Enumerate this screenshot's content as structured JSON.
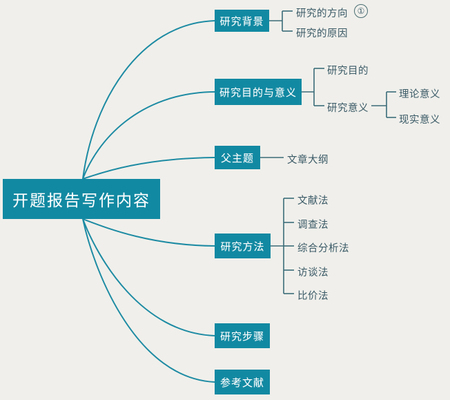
{
  "document": {
    "type": "mind-map",
    "background_color": "#f0efeb",
    "node_fill_color": "#1289a2",
    "node_text_color": "#ffffff",
    "leaf_text_color": "#3a5a66",
    "connector_color": "#1d8ba3",
    "bracket_color": "#3a6b78"
  },
  "root": {
    "label": "开题报告写作内容"
  },
  "branches": [
    {
      "label": "研究背景",
      "children": [
        {
          "label": "研究的方向",
          "marker": "①"
        },
        {
          "label": "研究的原因"
        }
      ]
    },
    {
      "label": "研究目的与意义",
      "children": [
        {
          "label": "研究目的"
        },
        {
          "label": "研究意义",
          "children": [
            {
              "label": "理论意义"
            },
            {
              "label": "现实意义"
            }
          ]
        }
      ]
    },
    {
      "label": "父主题",
      "children": [
        {
          "label": "文章大纲"
        }
      ]
    },
    {
      "label": "研究方法",
      "children": [
        {
          "label": "文献法"
        },
        {
          "label": "调查法"
        },
        {
          "label": "综合分析法"
        },
        {
          "label": "访谈法"
        },
        {
          "label": "比价法"
        }
      ]
    },
    {
      "label": "研究步骤",
      "children": []
    },
    {
      "label": "参考文献",
      "children": []
    }
  ]
}
